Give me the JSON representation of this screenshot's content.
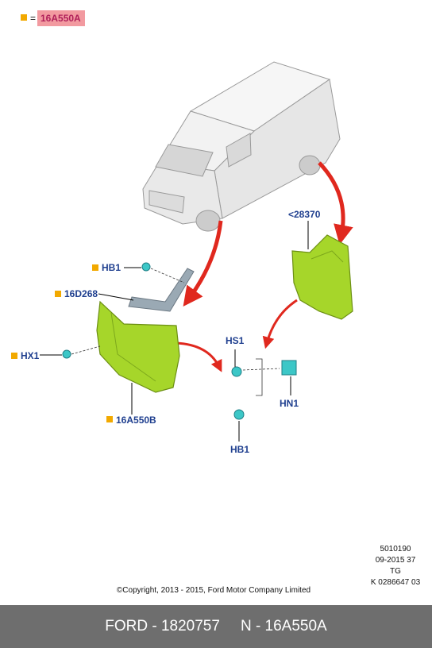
{
  "legend": {
    "equals": "=",
    "part": "16A550A"
  },
  "labels": {
    "hb1_top": "HB1",
    "p16d268": "16D268",
    "hx1": "HX1",
    "p16a550b": "16A550B",
    "p28370": "<28370",
    "hs1": "HS1",
    "hn1": "HN1",
    "hb1_bottom": "HB1"
  },
  "info_lines": [
    "5010190",
    "09-2015 37",
    "TG",
    "K 0286647 03"
  ],
  "copyright": "©Copyright, 2013 - 2015, Ford Motor Company Limited",
  "footer": {
    "left": "FORD - 1820757",
    "right": "N - 16A550A"
  },
  "colors": {
    "part_green": "#a6d62a",
    "callout_blue": "#1f3f8f",
    "arrow_red": "#e0281e",
    "marker_orange": "#f2a900",
    "legend_bg": "#f29aa0",
    "fastener_teal": "#3cc7c7"
  }
}
